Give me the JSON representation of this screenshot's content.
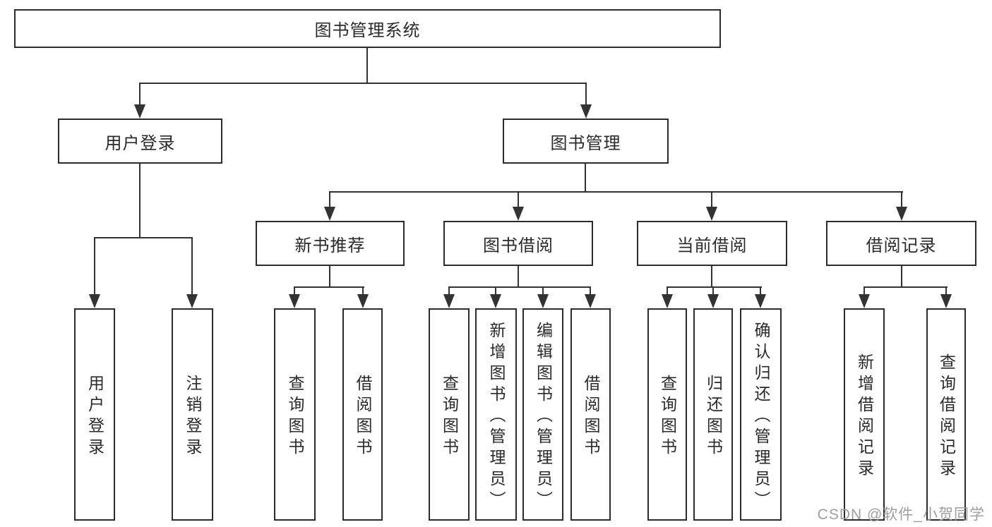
{
  "tree": {
    "root": {
      "label": "图书管理系统"
    },
    "branches": [
      {
        "label": "用户登录",
        "children": [
          {
            "label": "用户登录"
          },
          {
            "label": "注销登录"
          }
        ]
      },
      {
        "label": "图书管理",
        "children": [
          {
            "label": "新书推荐",
            "children": [
              {
                "label": "查询图书"
              },
              {
                "label": "借阅图书"
              }
            ]
          },
          {
            "label": "图书借阅",
            "children": [
              {
                "label": "查询图书"
              },
              {
                "label": "新增图书（管理员）"
              },
              {
                "label": "编辑图书（管理员）"
              },
              {
                "label": "借阅图书"
              }
            ]
          },
          {
            "label": "当前借阅",
            "children": [
              {
                "label": "查询图书"
              },
              {
                "label": "归还图书"
              },
              {
                "label": "确认归还（管理员）"
              }
            ]
          },
          {
            "label": "借阅记录",
            "children": [
              {
                "label": "新增借阅记录"
              },
              {
                "label": "查询借阅记录"
              }
            ]
          }
        ]
      }
    ]
  },
  "watermark": {
    "text": "CSDN @软件_小贺同学"
  },
  "colors": {
    "line": "#333333",
    "box_border": "#2b2b2b",
    "box_fill": "#ffffff",
    "text": "#2a2a2a",
    "watermark": "#9e9e9e",
    "background": "#ffffff"
  }
}
